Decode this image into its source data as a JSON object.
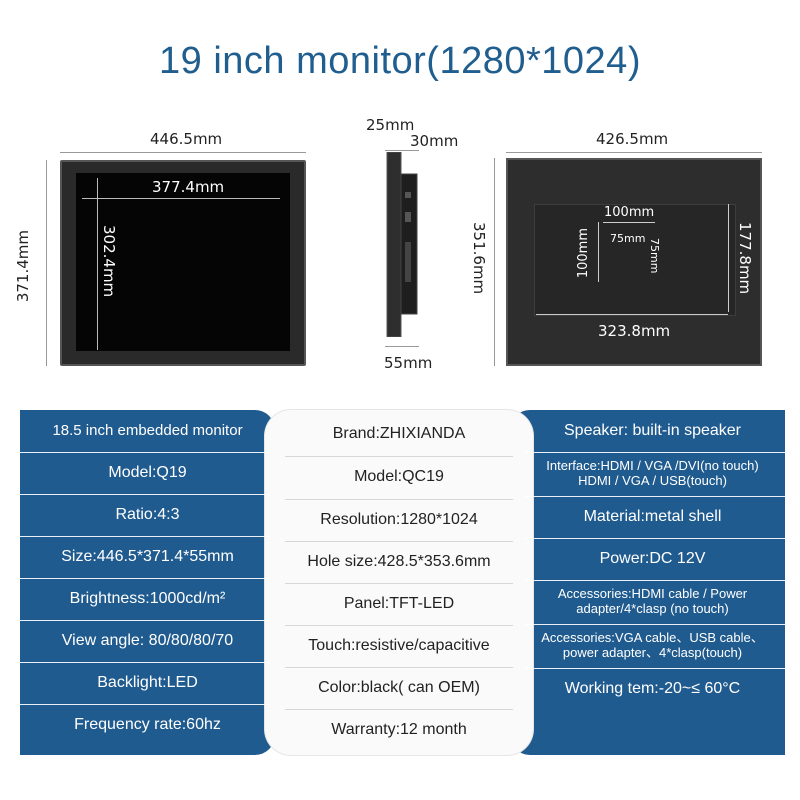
{
  "title": "19 inch  monitor(1280*1024)",
  "dimensions": {
    "front_width": "446.5mm",
    "front_height": "371.4mm",
    "screen_width": "377.4mm",
    "screen_height": "302.4mm",
    "side_top": "25mm",
    "side_top2": "30mm",
    "side_bottom": "55mm",
    "back_width": "426.5mm",
    "back_height": "351.6mm",
    "vesa_outer_w": "100mm",
    "vesa_outer_h": "100mm",
    "vesa_inner_w": "75mm",
    "vesa_inner_h": "75mm",
    "plate_height": "177.8mm",
    "plate_width": "323.8mm"
  },
  "specs": {
    "left": [
      "18.5 inch embedded monitor",
      "Model:Q19",
      "Ratio:4:3",
      "Size:446.5*371.4*55mm",
      "Brightness:1000cd/m²",
      "View angle: 80/80/80/70",
      "Backlight:LED",
      "Frequency rate:60hz"
    ],
    "center": [
      "Brand:ZHIXIANDA",
      "Model:QC19",
      "Resolution:1280*1024",
      "Hole size:428.5*353.6mm",
      "Panel:TFT-LED",
      "Touch:resistive/capacitive",
      "Color:black( can OEM)",
      "Warranty:12 month"
    ],
    "right": [
      "Speaker: built-in speaker",
      "Interface:HDMI / VGA /DVI(no touch)\nHDMI / VGA / USB(touch)",
      "Material:metal shell",
      "Power:DC 12V",
      "Accessories:HDMI cable / Power adapter/4*clasp (no touch)",
      "Accessories:VGA cable、USB cable、power adapter、4*clasp(touch)",
      "Working tem:-20~≤ 60°C",
      ""
    ]
  },
  "colors": {
    "title": "#1f5e8e",
    "panel": "#205b8f"
  }
}
